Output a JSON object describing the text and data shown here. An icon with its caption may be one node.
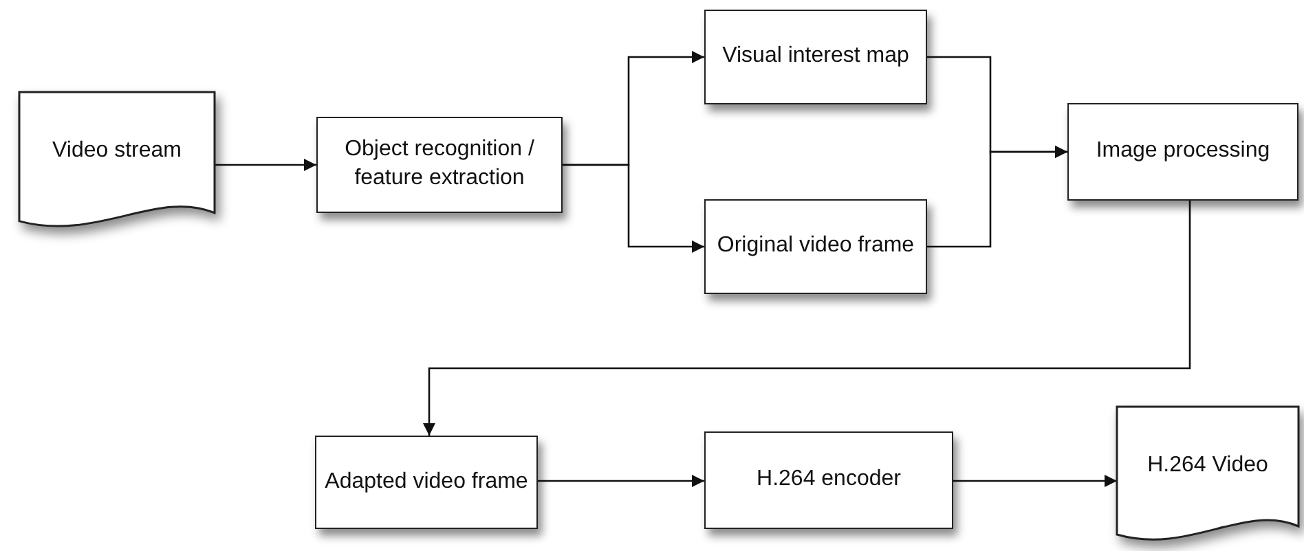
{
  "diagram": {
    "nodes": [
      {
        "text": [
          "Video stream"
        ]
      },
      {
        "text": [
          "Object recognition / feature extraction"
        ]
      },
      {
        "text": [
          "Visual interest map"
        ]
      },
      {
        "text": [
          "Original video frame"
        ]
      },
      {
        "text": [
          "Image processing"
        ]
      },
      {
        "text": [
          "Adapted video frame"
        ]
      },
      {
        "text": [
          "H.264 encoder"
        ]
      },
      {
        "text": [
          "H.264 Video"
        ]
      }
    ],
    "edges": [
      {
        "from": 0,
        "to": 1,
        "arrow": "to"
      },
      {
        "from": 1,
        "to": 2,
        "arrow": "to"
      },
      {
        "from": 1,
        "to": 3,
        "arrow": "to"
      },
      {
        "from": 2,
        "to": 4,
        "arrow": "to"
      },
      {
        "from": 3,
        "to": 4,
        "arrow": "to"
      },
      {
        "from": 4,
        "to": 5,
        "arrow": "to"
      },
      {
        "from": 5,
        "to": 6,
        "arrow": "to"
      },
      {
        "from": 6,
        "to": 7,
        "arrow": "to"
      }
    ]
  }
}
